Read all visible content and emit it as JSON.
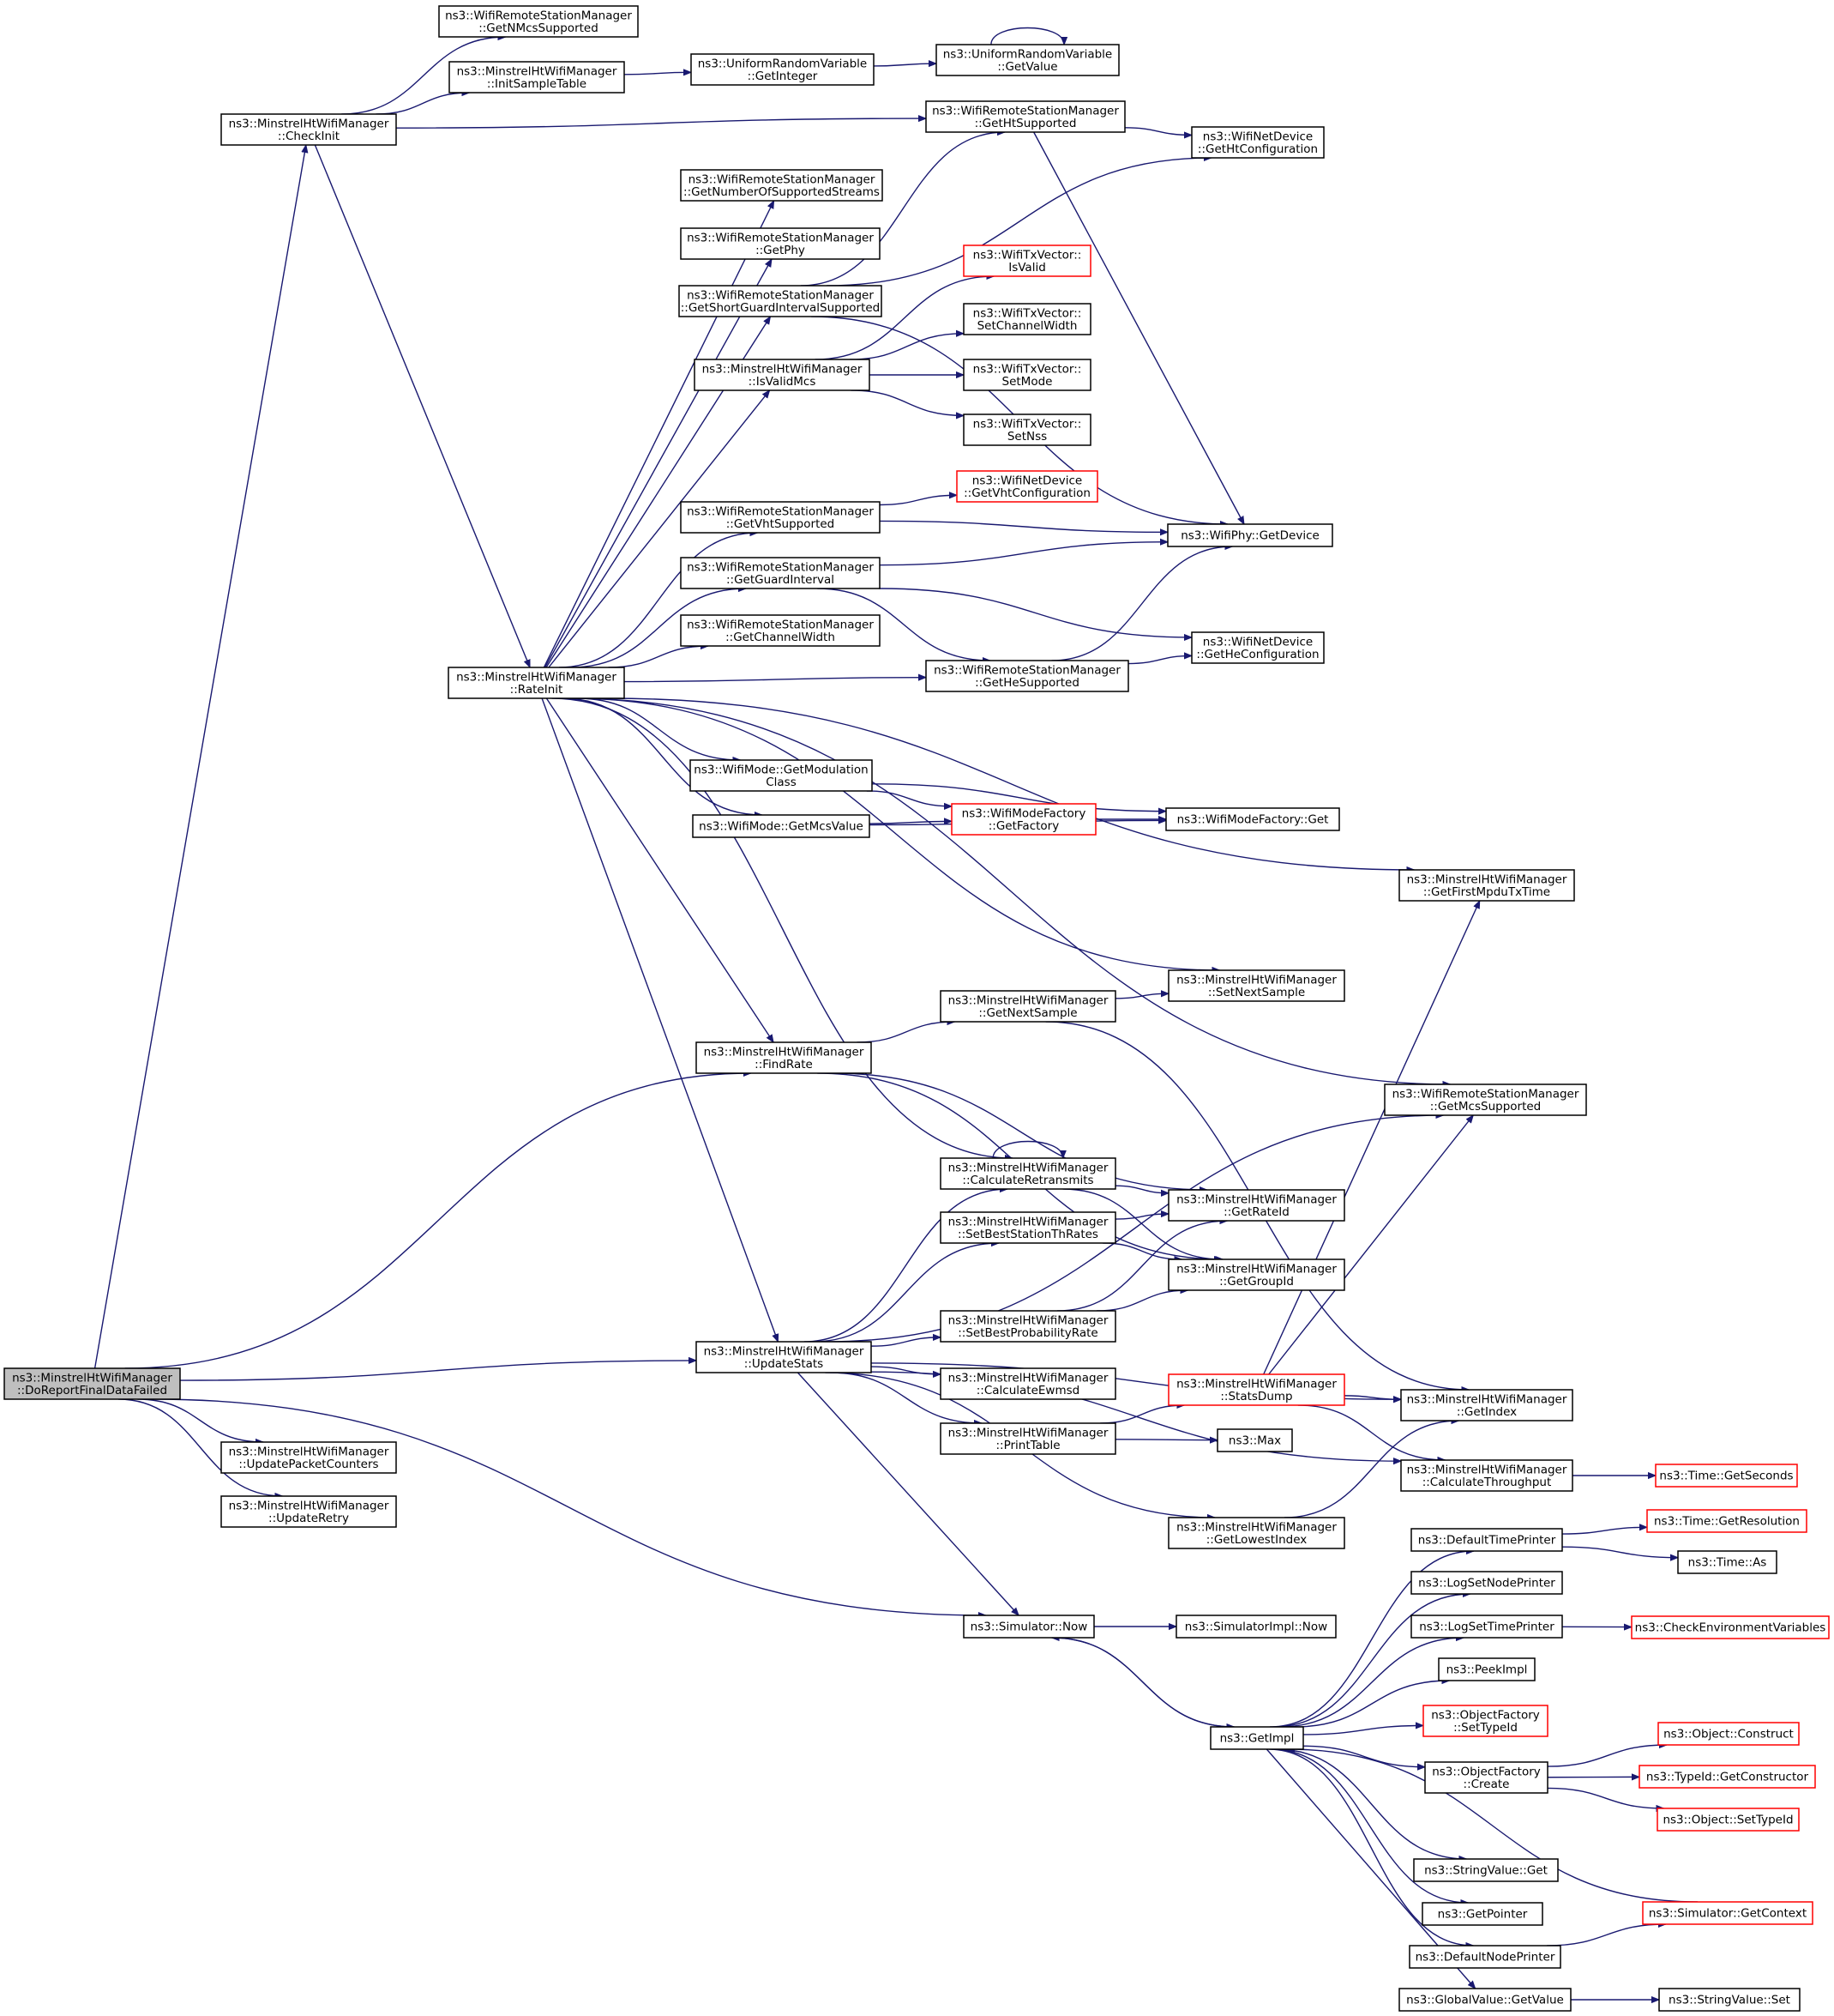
{
  "diagram": {
    "nodes": [
      {
        "id": "do_report",
        "lines": [
          "ns3::MinstrelHtWifiManager",
          "::DoReportFinalDataFailed"
        ],
        "highlight": true,
        "red": false
      },
      {
        "id": "check_init",
        "lines": [
          "ns3::MinstrelHtWifiManager",
          "::CheckInit"
        ],
        "red": false
      },
      {
        "id": "get_nmcs",
        "lines": [
          "ns3::WifiRemoteStationManager",
          "::GetNMcsSupported"
        ],
        "red": false
      },
      {
        "id": "init_sample",
        "lines": [
          "ns3::MinstrelHtWifiManager",
          "::InitSampleTable"
        ],
        "red": false
      },
      {
        "id": "get_integer",
        "lines": [
          "ns3::UniformRandomVariable",
          "::GetInteger"
        ],
        "red": false
      },
      {
        "id": "get_value_urv",
        "lines": [
          "ns3::UniformRandomVariable",
          "::GetValue"
        ],
        "red": false
      },
      {
        "id": "get_ht_supported",
        "lines": [
          "ns3::WifiRemoteStationManager",
          "::GetHtSupported"
        ],
        "red": false
      },
      {
        "id": "get_ht_config",
        "lines": [
          "ns3::WifiNetDevice",
          "::GetHtConfiguration"
        ],
        "red": false
      },
      {
        "id": "get_num_streams",
        "lines": [
          "ns3::WifiRemoteStationManager",
          "::GetNumberOfSupportedStreams"
        ],
        "red": false
      },
      {
        "id": "get_phy",
        "lines": [
          "ns3::WifiRemoteStationManager",
          "::GetPhy"
        ],
        "red": false
      },
      {
        "id": "get_sgi",
        "lines": [
          "ns3::WifiRemoteStationManager",
          "::GetShortGuardIntervalSupported"
        ],
        "red": false
      },
      {
        "id": "txv_isvalid",
        "lines": [
          "ns3::WifiTxVector::",
          "IsValid"
        ],
        "red": true
      },
      {
        "id": "txv_setcw",
        "lines": [
          "ns3::WifiTxVector::",
          "SetChannelWidth"
        ],
        "red": false
      },
      {
        "id": "is_valid_mcs",
        "lines": [
          "ns3::MinstrelHtWifiManager",
          "::IsValidMcs"
        ],
        "red": false
      },
      {
        "id": "txv_setmode",
        "lines": [
          "ns3::WifiTxVector::",
          "SetMode"
        ],
        "red": false
      },
      {
        "id": "txv_setnss",
        "lines": [
          "ns3::WifiTxVector::",
          "SetNss"
        ],
        "red": false
      },
      {
        "id": "get_vht_config",
        "lines": [
          "ns3::WifiNetDevice",
          "::GetVhtConfiguration"
        ],
        "red": true
      },
      {
        "id": "get_vht_supported",
        "lines": [
          "ns3::WifiRemoteStationManager",
          "::GetVhtSupported"
        ],
        "red": false
      },
      {
        "id": "phy_get_device",
        "lines": [
          "ns3::WifiPhy::GetDevice"
        ],
        "red": false
      },
      {
        "id": "get_guard_interval",
        "lines": [
          "ns3::WifiRemoteStationManager",
          "::GetGuardInterval"
        ],
        "red": false
      },
      {
        "id": "get_he_config",
        "lines": [
          "ns3::WifiNetDevice",
          "::GetHeConfiguration"
        ],
        "red": false
      },
      {
        "id": "get_channel_width",
        "lines": [
          "ns3::WifiRemoteStationManager",
          "::GetChannelWidth"
        ],
        "red": false
      },
      {
        "id": "rate_init",
        "lines": [
          "ns3::MinstrelHtWifiManager",
          "::RateInit"
        ],
        "red": false
      },
      {
        "id": "get_he_supported",
        "lines": [
          "ns3::WifiRemoteStationManager",
          "::GetHeSupported"
        ],
        "red": false
      },
      {
        "id": "get_mod_class",
        "lines": [
          "ns3::WifiMode::GetModulation",
          "Class"
        ],
        "red": false
      },
      {
        "id": "mode_factory_getfactory",
        "lines": [
          "ns3::WifiModeFactory",
          "::GetFactory"
        ],
        "red": true
      },
      {
        "id": "mode_factory_get",
        "lines": [
          "ns3::WifiModeFactory::Get"
        ],
        "red": false
      },
      {
        "id": "get_mcs_value",
        "lines": [
          "ns3::WifiMode::GetMcsValue"
        ],
        "red": false
      },
      {
        "id": "get_first_mpdu",
        "lines": [
          "ns3::MinstrelHtWifiManager",
          "::GetFirstMpduTxTime"
        ],
        "red": false
      },
      {
        "id": "get_next_sample",
        "lines": [
          "ns3::MinstrelHtWifiManager",
          "::GetNextSample"
        ],
        "red": false
      },
      {
        "id": "set_next_sample",
        "lines": [
          "ns3::MinstrelHtWifiManager",
          "::SetNextSample"
        ],
        "red": false
      },
      {
        "id": "find_rate",
        "lines": [
          "ns3::MinstrelHtWifiManager",
          "::FindRate"
        ],
        "red": false
      },
      {
        "id": "get_mcs_supported",
        "lines": [
          "ns3::WifiRemoteStationManager",
          "::GetMcsSupported"
        ],
        "red": false
      },
      {
        "id": "calc_retransmits",
        "lines": [
          "ns3::MinstrelHtWifiManager",
          "::CalculateRetransmits"
        ],
        "red": false
      },
      {
        "id": "get_rate_id",
        "lines": [
          "ns3::MinstrelHtWifiManager",
          "::GetRateId"
        ],
        "red": false
      },
      {
        "id": "set_best_th",
        "lines": [
          "ns3::MinstrelHtWifiManager",
          "::SetBestStationThRates"
        ],
        "red": false
      },
      {
        "id": "get_group_id",
        "lines": [
          "ns3::MinstrelHtWifiManager",
          "::GetGroupId"
        ],
        "red": false
      },
      {
        "id": "set_best_prob",
        "lines": [
          "ns3::MinstrelHtWifiManager",
          "::SetBestProbabilityRate"
        ],
        "red": false
      },
      {
        "id": "update_stats",
        "lines": [
          "ns3::MinstrelHtWifiManager",
          "::UpdateStats"
        ],
        "red": false
      },
      {
        "id": "calc_ewmsd",
        "lines": [
          "ns3::MinstrelHtWifiManager",
          "::CalculateEwmsd"
        ],
        "red": false
      },
      {
        "id": "stats_dump",
        "lines": [
          "ns3::MinstrelHtWifiManager",
          "::StatsDump"
        ],
        "red": true
      },
      {
        "id": "get_index",
        "lines": [
          "ns3::MinstrelHtWifiManager",
          "::GetIndex"
        ],
        "red": false
      },
      {
        "id": "print_table",
        "lines": [
          "ns3::MinstrelHtWifiManager",
          "::PrintTable"
        ],
        "red": false
      },
      {
        "id": "max",
        "lines": [
          "ns3::Max"
        ],
        "red": false
      },
      {
        "id": "update_packet_counters",
        "lines": [
          "ns3::MinstrelHtWifiManager",
          "::UpdatePacketCounters"
        ],
        "red": false
      },
      {
        "id": "update_retry",
        "lines": [
          "ns3::MinstrelHtWifiManager",
          "::UpdateRetry"
        ],
        "red": false
      },
      {
        "id": "calc_throughput",
        "lines": [
          "ns3::MinstrelHtWifiManager",
          "::CalculateThroughput"
        ],
        "red": false
      },
      {
        "id": "time_get_seconds",
        "lines": [
          "ns3::Time::GetSeconds"
        ],
        "red": true
      },
      {
        "id": "get_lowest_index",
        "lines": [
          "ns3::MinstrelHtWifiManager",
          "::GetLowestIndex"
        ],
        "red": false
      },
      {
        "id": "default_time_printer",
        "lines": [
          "ns3::DefaultTimePrinter"
        ],
        "red": false
      },
      {
        "id": "time_get_resolution",
        "lines": [
          "ns3::Time::GetResolution"
        ],
        "red": true
      },
      {
        "id": "time_as",
        "lines": [
          "ns3::Time::As"
        ],
        "red": false
      },
      {
        "id": "log_set_node_printer",
        "lines": [
          "ns3::LogSetNodePrinter"
        ],
        "red": false
      },
      {
        "id": "simulator_now",
        "lines": [
          "ns3::Simulator::Now"
        ],
        "red": false
      },
      {
        "id": "simulator_impl_now",
        "lines": [
          "ns3::SimulatorImpl::Now"
        ],
        "red": false
      },
      {
        "id": "log_set_time_printer",
        "lines": [
          "ns3::LogSetTimePrinter"
        ],
        "red": false
      },
      {
        "id": "check_env_vars",
        "lines": [
          "ns3::CheckEnvironmentVariables"
        ],
        "red": true
      },
      {
        "id": "peek_impl",
        "lines": [
          "ns3::PeekImpl"
        ],
        "red": false
      },
      {
        "id": "object_factory_settypeid",
        "lines": [
          "ns3::ObjectFactory",
          "::SetTypeId"
        ],
        "red": true
      },
      {
        "id": "get_impl",
        "lines": [
          "ns3::GetImpl"
        ],
        "red": false
      },
      {
        "id": "object_construct",
        "lines": [
          "ns3::Object::Construct"
        ],
        "red": true
      },
      {
        "id": "object_factory_create",
        "lines": [
          "ns3::ObjectFactory",
          "::Create"
        ],
        "red": false
      },
      {
        "id": "typeid_get_constructor",
        "lines": [
          "ns3::TypeId::GetConstructor"
        ],
        "red": true
      },
      {
        "id": "object_settypeid",
        "lines": [
          "ns3::Object::SetTypeId"
        ],
        "red": true
      },
      {
        "id": "string_value_get",
        "lines": [
          "ns3::StringValue::Get"
        ],
        "red": false
      },
      {
        "id": "get_pointer",
        "lines": [
          "ns3::GetPointer"
        ],
        "red": false
      },
      {
        "id": "simulator_get_context",
        "lines": [
          "ns3::Simulator::GetContext"
        ],
        "red": true
      },
      {
        "id": "default_node_printer",
        "lines": [
          "ns3::DefaultNodePrinter"
        ],
        "red": false
      },
      {
        "id": "global_value_getvalue",
        "lines": [
          "ns3::GlobalValue::GetValue"
        ],
        "red": false
      },
      {
        "id": "string_value_set",
        "lines": [
          "ns3::StringValue::Set"
        ],
        "red": false
      }
    ],
    "edges": [
      [
        "do_report",
        "check_init"
      ],
      [
        "do_report",
        "find_rate"
      ],
      [
        "do_report",
        "update_stats"
      ],
      [
        "do_report",
        "update_packet_counters"
      ],
      [
        "do_report",
        "update_retry"
      ],
      [
        "do_report",
        "simulator_now"
      ],
      [
        "check_init",
        "get_nmcs"
      ],
      [
        "check_init",
        "init_sample"
      ],
      [
        "check_init",
        "get_ht_supported"
      ],
      [
        "check_init",
        "rate_init"
      ],
      [
        "init_sample",
        "get_integer"
      ],
      [
        "get_integer",
        "get_value_urv"
      ],
      [
        "get_value_urv",
        "get_value_urv"
      ],
      [
        "get_ht_supported",
        "get_ht_config"
      ],
      [
        "get_ht_supported",
        "phy_get_device"
      ],
      [
        "get_sgi",
        "get_ht_supported"
      ],
      [
        "get_sgi",
        "get_ht_config"
      ],
      [
        "get_sgi",
        "phy_get_device"
      ],
      [
        "is_valid_mcs",
        "txv_isvalid"
      ],
      [
        "is_valid_mcs",
        "txv_setcw"
      ],
      [
        "is_valid_mcs",
        "txv_setmode"
      ],
      [
        "is_valid_mcs",
        "txv_setnss"
      ],
      [
        "get_vht_supported",
        "get_vht_config"
      ],
      [
        "get_vht_supported",
        "phy_get_device"
      ],
      [
        "get_guard_interval",
        "phy_get_device"
      ],
      [
        "get_guard_interval",
        "get_he_config"
      ],
      [
        "get_guard_interval",
        "get_he_supported"
      ],
      [
        "get_he_supported",
        "phy_get_device"
      ],
      [
        "get_he_supported",
        "get_he_config"
      ],
      [
        "rate_init",
        "get_num_streams"
      ],
      [
        "rate_init",
        "get_phy"
      ],
      [
        "rate_init",
        "get_sgi"
      ],
      [
        "rate_init",
        "is_valid_mcs"
      ],
      [
        "rate_init",
        "get_vht_supported"
      ],
      [
        "rate_init",
        "get_guard_interval"
      ],
      [
        "rate_init",
        "get_channel_width"
      ],
      [
        "rate_init",
        "get_he_supported"
      ],
      [
        "rate_init",
        "get_mod_class"
      ],
      [
        "rate_init",
        "get_mcs_value"
      ],
      [
        "rate_init",
        "get_first_mpdu"
      ],
      [
        "rate_init",
        "get_mcs_supported"
      ],
      [
        "rate_init",
        "set_next_sample"
      ],
      [
        "rate_init",
        "find_rate"
      ],
      [
        "rate_init",
        "calc_retransmits"
      ],
      [
        "rate_init",
        "update_stats"
      ],
      [
        "get_mod_class",
        "mode_factory_getfactory"
      ],
      [
        "get_mod_class",
        "mode_factory_get"
      ],
      [
        "get_mcs_value",
        "mode_factory_getfactory"
      ],
      [
        "get_mcs_value",
        "mode_factory_get"
      ],
      [
        "mode_factory_getfactory",
        "mode_factory_get"
      ],
      [
        "find_rate",
        "get_next_sample"
      ],
      [
        "find_rate",
        "get_rate_id"
      ],
      [
        "find_rate",
        "get_group_id"
      ],
      [
        "get_next_sample",
        "set_next_sample"
      ],
      [
        "get_next_sample",
        "get_index"
      ],
      [
        "calc_retransmits",
        "calc_retransmits"
      ],
      [
        "calc_retransmits",
        "get_rate_id"
      ],
      [
        "calc_retransmits",
        "get_group_id"
      ],
      [
        "set_best_th",
        "get_rate_id"
      ],
      [
        "set_best_th",
        "get_group_id"
      ],
      [
        "set_best_prob",
        "get_rate_id"
      ],
      [
        "set_best_prob",
        "get_group_id"
      ],
      [
        "update_stats",
        "get_mcs_supported"
      ],
      [
        "update_stats",
        "calc_retransmits"
      ],
      [
        "update_stats",
        "set_best_th"
      ],
      [
        "update_stats",
        "set_best_prob"
      ],
      [
        "update_stats",
        "calc_ewmsd"
      ],
      [
        "update_stats",
        "print_table"
      ],
      [
        "update_stats",
        "get_index"
      ],
      [
        "update_stats",
        "get_lowest_index"
      ],
      [
        "update_stats",
        "calc_throughput"
      ],
      [
        "update_stats",
        "simulator_now"
      ],
      [
        "print_table",
        "stats_dump"
      ],
      [
        "print_table",
        "max"
      ],
      [
        "stats_dump",
        "get_first_mpdu"
      ],
      [
        "stats_dump",
        "get_mcs_supported"
      ],
      [
        "stats_dump",
        "get_index"
      ],
      [
        "stats_dump",
        "calc_throughput"
      ],
      [
        "get_lowest_index",
        "get_index"
      ],
      [
        "calc_throughput",
        "time_get_seconds"
      ],
      [
        "default_time_printer",
        "time_get_resolution"
      ],
      [
        "default_time_printer",
        "time_as"
      ],
      [
        "log_set_time_printer",
        "check_env_vars"
      ],
      [
        "simulator_now",
        "simulator_impl_now"
      ],
      [
        "simulator_now",
        "get_impl"
      ],
      [
        "get_impl",
        "simulator_now"
      ],
      [
        "get_impl",
        "default_time_printer"
      ],
      [
        "get_impl",
        "log_set_node_printer"
      ],
      [
        "get_impl",
        "log_set_time_printer"
      ],
      [
        "get_impl",
        "peek_impl"
      ],
      [
        "get_impl",
        "object_factory_settypeid"
      ],
      [
        "get_impl",
        "object_factory_create"
      ],
      [
        "get_impl",
        "string_value_get"
      ],
      [
        "get_impl",
        "get_pointer"
      ],
      [
        "get_impl",
        "default_node_printer"
      ],
      [
        "get_impl",
        "global_value_getvalue"
      ],
      [
        "object_factory_create",
        "object_construct"
      ],
      [
        "object_factory_create",
        "typeid_get_constructor"
      ],
      [
        "object_factory_create",
        "object_settypeid"
      ],
      [
        "simulator_get_context",
        "get_impl"
      ],
      [
        "default_node_printer",
        "simulator_get_context"
      ],
      [
        "global_value_getvalue",
        "string_value_set"
      ]
    ]
  }
}
